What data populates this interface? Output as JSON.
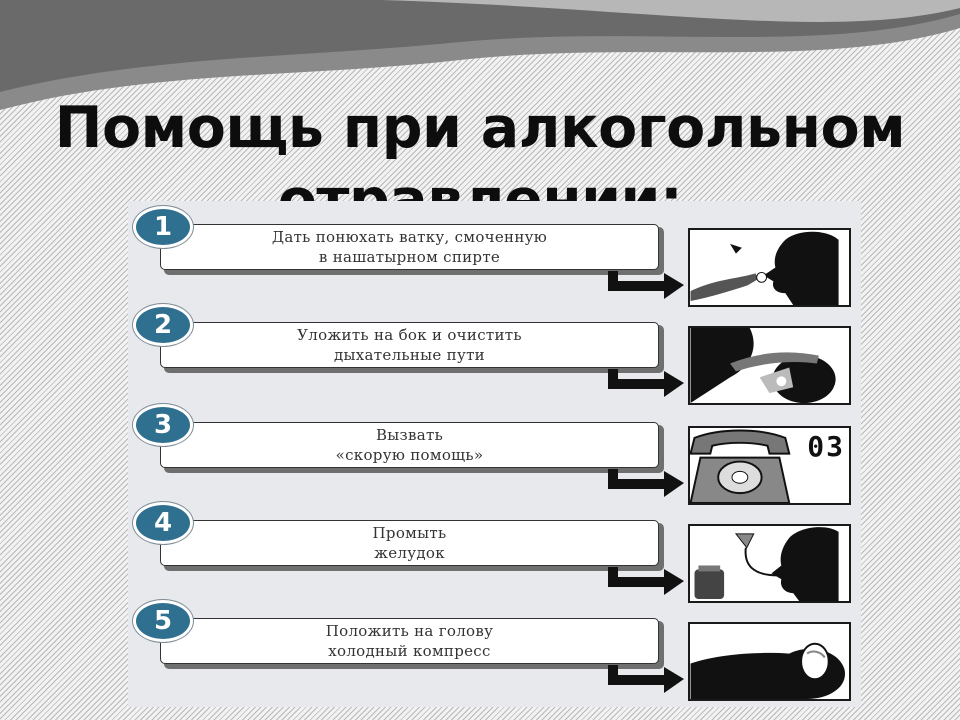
{
  "slide": {
    "title_line1": "Помощь при алкогольном",
    "title_line2": "отравлении:"
  },
  "steps": [
    {
      "number": "1",
      "line1": "Дать понюхать ватку, смоченную",
      "line2": "в нашатырном спирте",
      "icon": "ammonia-sniff-icon"
    },
    {
      "number": "2",
      "line1": "Уложить на бок и очистить",
      "line2": "дыхательные пути",
      "icon": "clear-airway-icon"
    },
    {
      "number": "3",
      "line1": "Вызвать",
      "line2": "«скорую помощь»",
      "icon": "telephone-icon",
      "phone_number": "03"
    },
    {
      "number": "4",
      "line1": "Промыть",
      "line2": "желудок",
      "icon": "stomach-lavage-icon"
    },
    {
      "number": "5",
      "line1": "Положить на голову",
      "line2": "холодный компресс",
      "icon": "cold-compress-icon"
    }
  ],
  "colors": {
    "badge": "#2f6f8f",
    "title": "#0d0d0d",
    "panel": "#e7e9ec"
  }
}
